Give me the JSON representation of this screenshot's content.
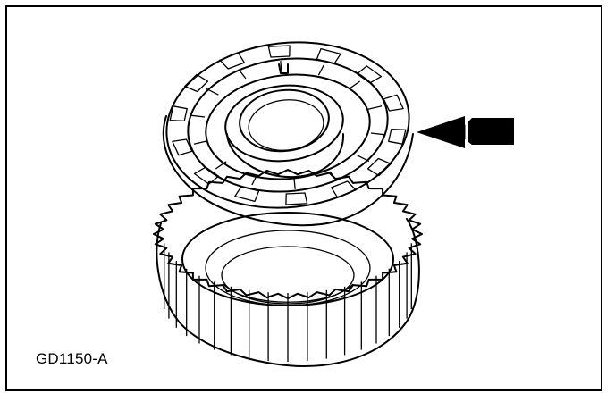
{
  "figure": {
    "caption": "GD1150-A",
    "colors": {
      "line": "#000000",
      "background": "#ffffff"
    },
    "parts": [
      "thrust-washer",
      "clutch-drum",
      "callout-arrow-icon"
    ]
  }
}
